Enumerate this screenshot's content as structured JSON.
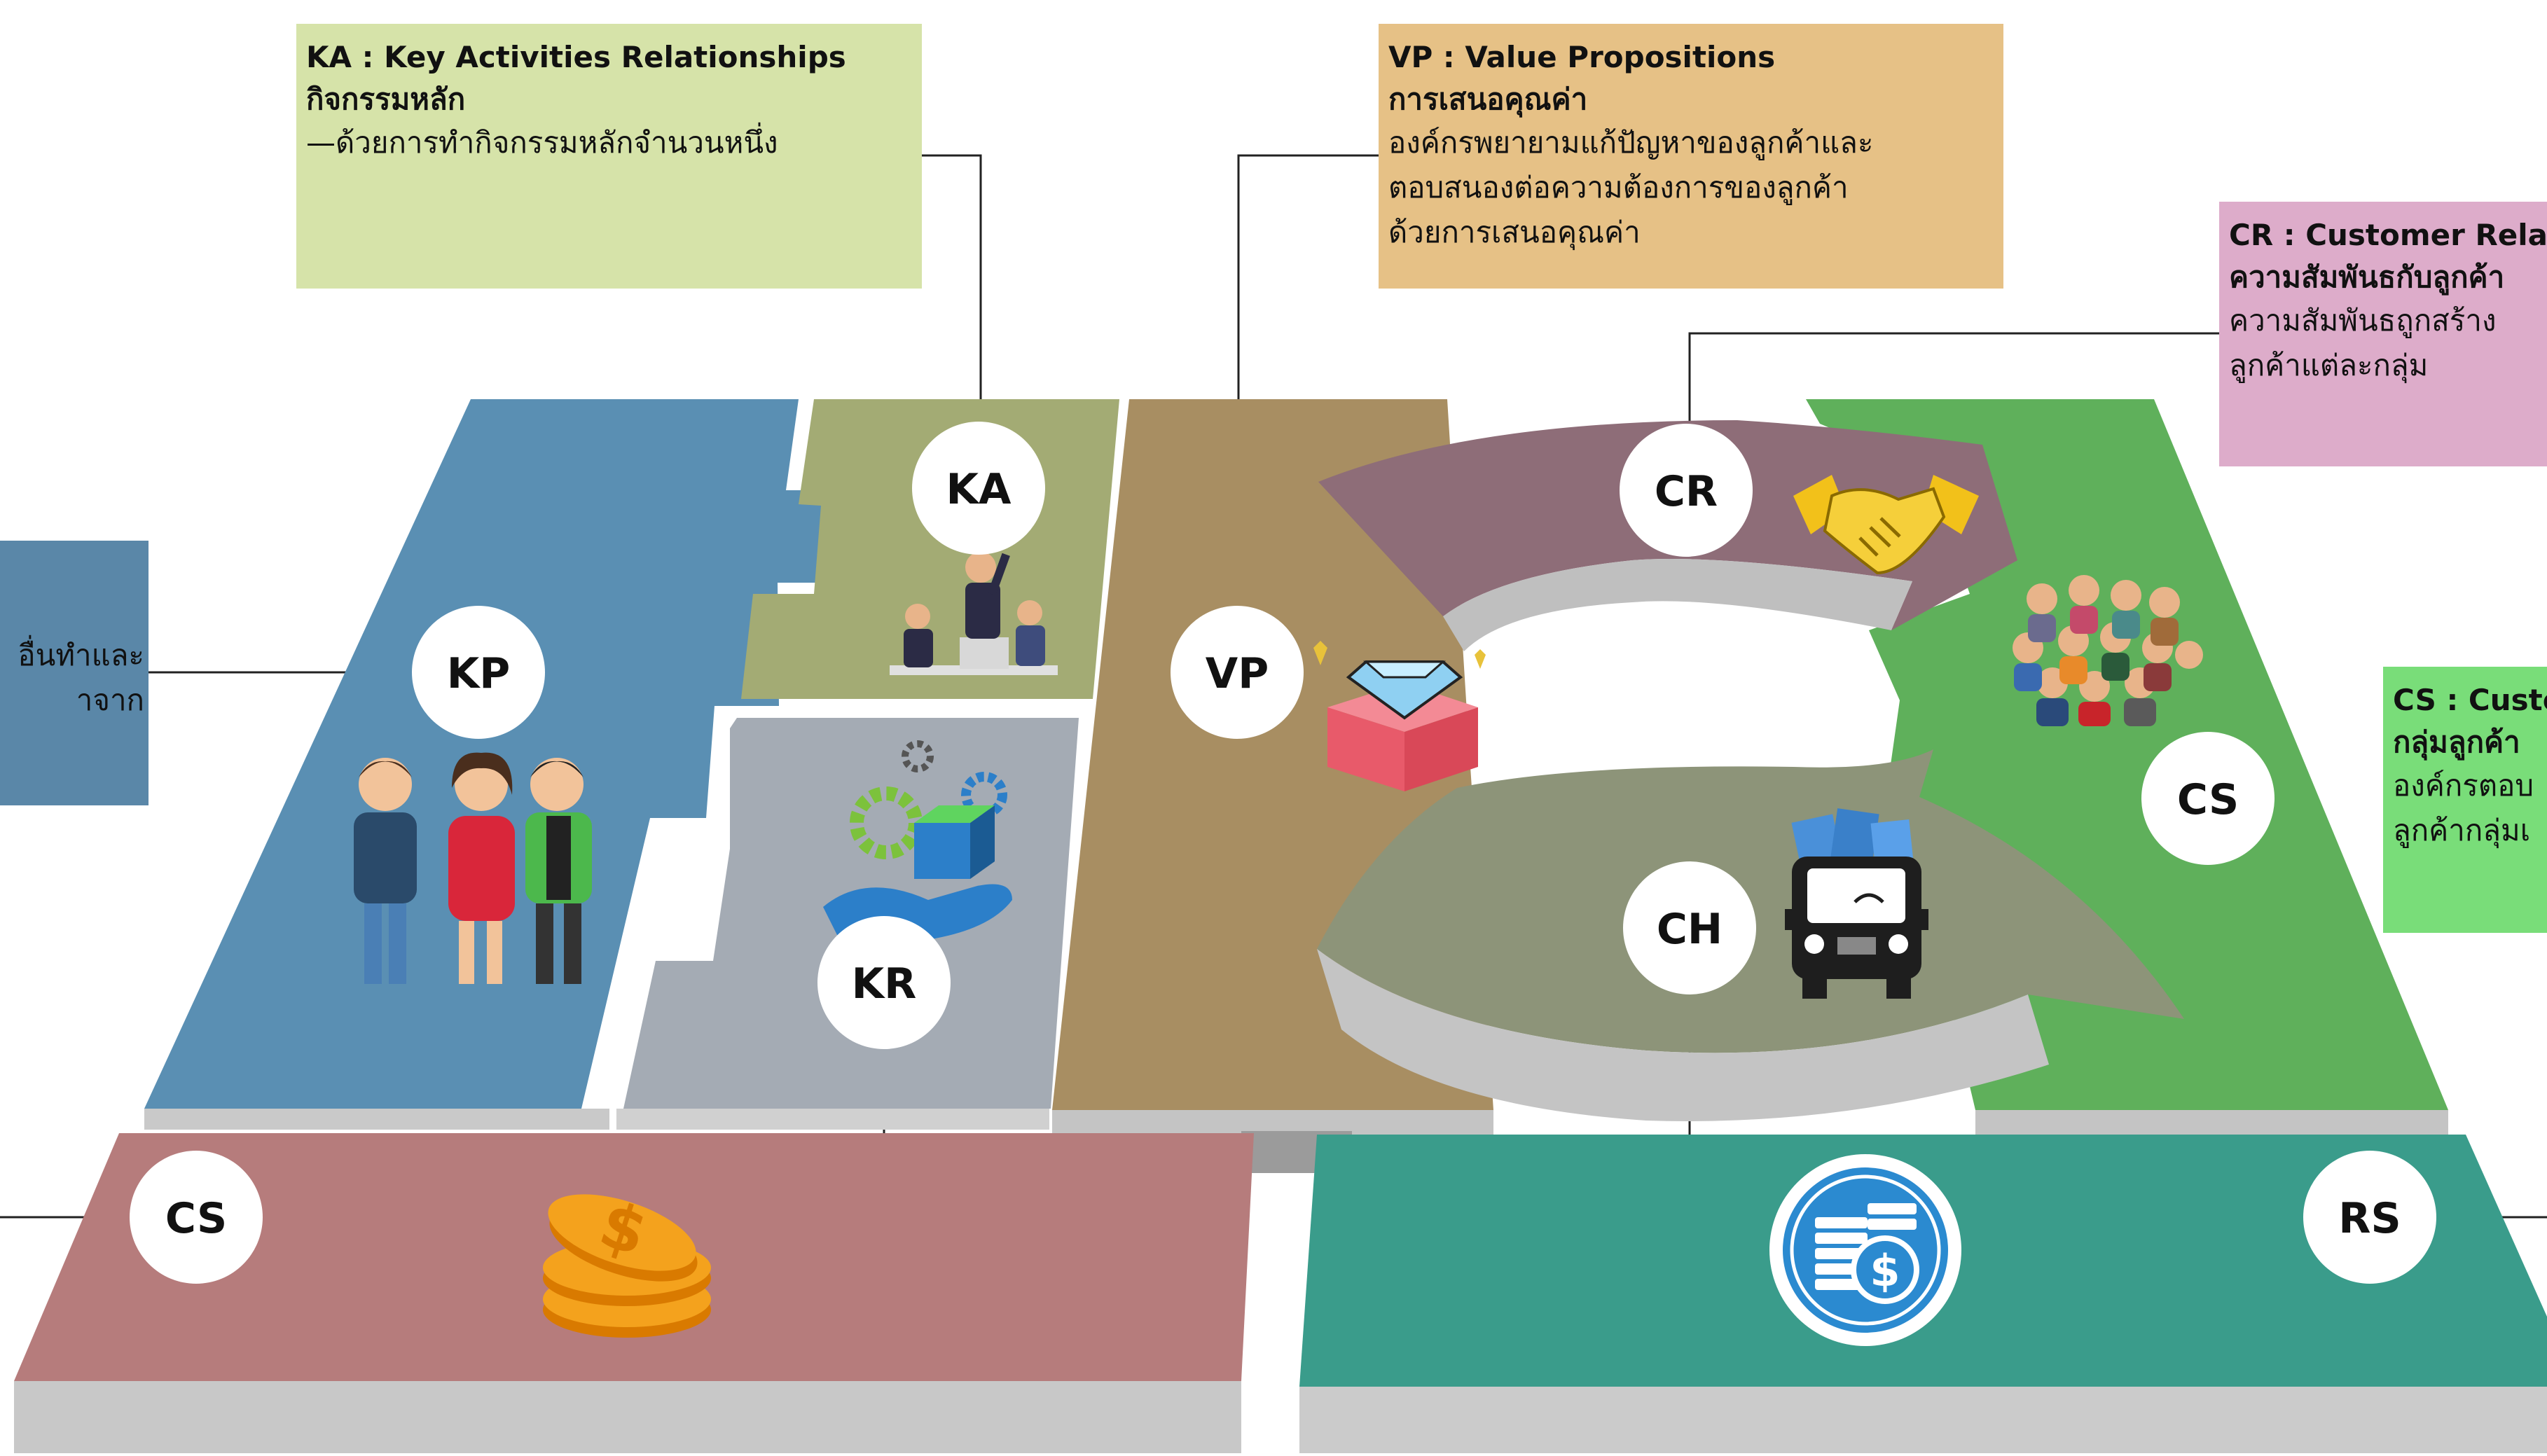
{
  "colors": {
    "kp": "#5a8fb3",
    "ka": "#a3ab74",
    "kr": "#a4abb4",
    "vp": "#a88e62",
    "cr": "#8e6d78",
    "ch": "#8d9479",
    "cs": "#5fb05b",
    "cost": "#b67c7c",
    "rs": "#3a9c8b",
    "note_ka": "#d6e3a9",
    "note_vp": "#e6c186",
    "note_cr": "#ddacca",
    "note_cs": "#79dd79",
    "note_kp": "#5a87a8"
  },
  "notes": {
    "ka": {
      "title": "KA : Key Activities Relationships",
      "subtitle": "กิจกรรมหลัก",
      "body": "—ด้วยการทำกิจกรรมหลักจำนวนหนึ่ง"
    },
    "vp": {
      "title": "VP : Value Propositions",
      "subtitle": "การเสนอคุณค่า",
      "body": "องค์กรพยายามแก้ปัญหาของลูกค้าและ\nตอบสนองต่อความต้องการของลูกค้า\nด้วยการเสนอคุณค่า"
    },
    "cr": {
      "title": "CR : Customer Relat",
      "subtitle": "ความสัมพันธกับลูกค้า",
      "body": "ความสัมพันธถูกสร้าง\nลูกค้าแต่ละกลุ่ม"
    },
    "cs": {
      "title": "CS : Custo",
      "subtitle": "กลุ่มลูกค้า",
      "body": "องค์กรตอบ\nลูกค้ากลุ่มเ"
    },
    "kp": {
      "body": "อื่นทำและ\nาจาก"
    }
  },
  "blocks": {
    "kp": "KP",
    "ka": "KA",
    "kr": "KR",
    "vp": "VP",
    "cr": "CR",
    "ch": "CH",
    "cs": "CS",
    "cost": "CS",
    "rs": "RS"
  },
  "icons": {
    "kp": "partners-people-icon",
    "ka": "team-meeting-icon",
    "kr": "gears-resources-icon",
    "vp": "diamond-gift-box-icon",
    "cr": "handshake-icon",
    "ch": "delivery-truck-icon",
    "cs": "customer-crowd-icon",
    "cost": "coin-stack-icon",
    "rs": "money-revenue-icon"
  }
}
